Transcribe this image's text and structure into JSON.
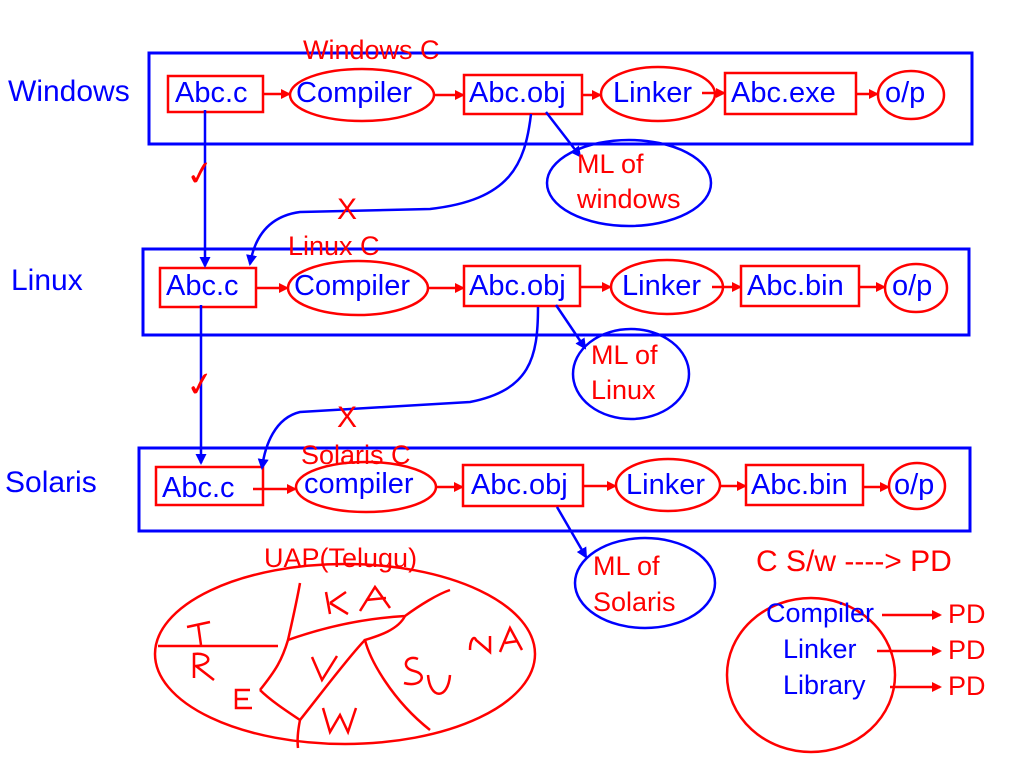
{
  "colors": {
    "ink_blue": "#0000ff",
    "ink_red": "#ff0000",
    "background": "#ffffff"
  },
  "platforms": [
    {
      "name": "Windows",
      "compiler_title": "Windows C",
      "nodes": [
        "Abc.c",
        "Compiler",
        "Abc.obj",
        "Linker",
        "Abc.exe",
        "o/p"
      ],
      "ml": [
        "ML of",
        "windows"
      ]
    },
    {
      "name": "Linux",
      "compiler_title": "Linux C",
      "nodes": [
        "Abc.c",
        "Compiler",
        "Abc.obj",
        "Linker",
        "Abc.bin",
        "o/p"
      ],
      "ml": [
        "ML of",
        "Linux"
      ]
    },
    {
      "name": "Solaris",
      "compiler_title": "Solaris C",
      "nodes": [
        "Abc.c",
        "compiler",
        "Abc.obj",
        "Linker",
        "Abc.bin",
        "o/p"
      ],
      "ml": [
        "ML of",
        "Solaris"
      ]
    }
  ],
  "marks": {
    "portable": "✓",
    "not_portable": "X"
  },
  "uap": {
    "title": "UAP(Telugu)",
    "letters": [
      "KA",
      "T",
      "NA",
      "R",
      "V",
      "SU",
      "E",
      "W"
    ]
  },
  "pd": {
    "title": "C S/w ----> PD",
    "items": [
      {
        "label": "Compiler",
        "value": "PD"
      },
      {
        "label": "Linker",
        "value": "PD"
      },
      {
        "label": "Library",
        "value": "PD"
      }
    ]
  }
}
